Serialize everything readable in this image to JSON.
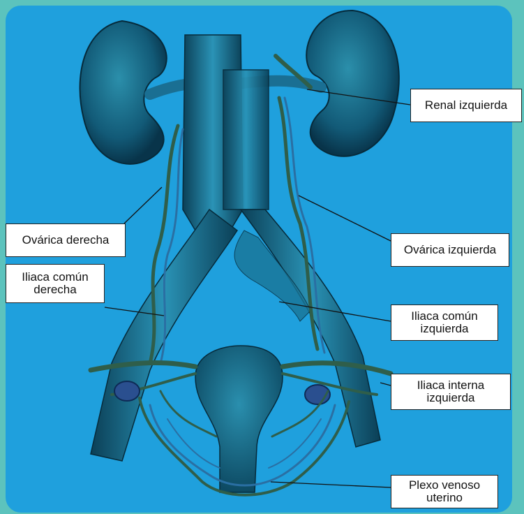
{
  "labels": {
    "renal_izquierda": "Renal izquierda",
    "ovarica_derecha": "Ovárica derecha",
    "iliaca_comun_derecha": "Iliaca común\nderecha",
    "ovarica_izquierda": "Ovárica izquierda",
    "iliaca_comun_izquierda": "Iliaca común\nizquierda",
    "iliaca_interna_izquierda": "Iliaca interna\nizquierda",
    "plexo_venoso_uterino": "Plexo venoso\nuterino"
  },
  "colors": {
    "background": "#5cc3bd",
    "panel": "#1fa0dd",
    "organ_dark": "#0d4f6b",
    "organ_mid": "#1a7596",
    "vein_green": "#2f5e4a",
    "vein_blue": "#2a6fa3",
    "ovary": "#2a4f8f"
  }
}
